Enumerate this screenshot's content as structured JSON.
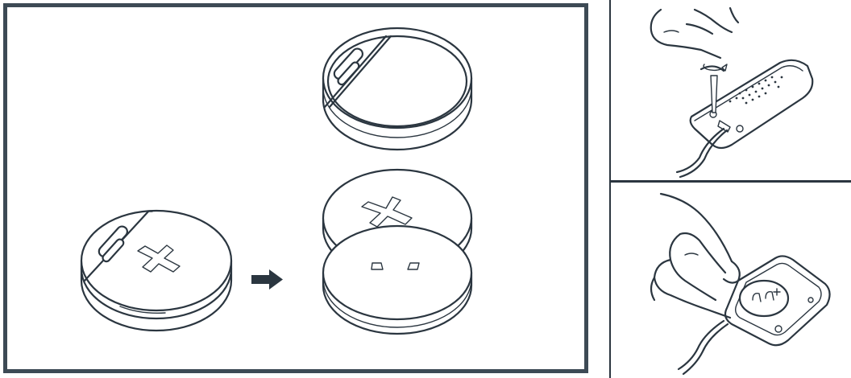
{
  "main_panel": {
    "border_color": "#3d4a55",
    "items": [
      {
        "name": "assembled-coin-battery-cover",
        "icon": "battery-cover-assembled-icon"
      },
      {
        "name": "direction-arrow",
        "icon": "right-arrow-icon"
      },
      {
        "name": "cover-ring",
        "icon": "cover-ring-icon"
      },
      {
        "name": "battery-lid",
        "icon": "battery-lid-icon"
      },
      {
        "name": "base-plate",
        "icon": "base-plate-icon"
      }
    ]
  },
  "step_panels": [
    {
      "name": "unscrew-housing-step",
      "icon": "screwdriver-icon"
    },
    {
      "name": "insert-battery-step",
      "icon": "coin-battery-icon"
    }
  ],
  "colors": {
    "line": "#2b3640",
    "background": "#ffffff"
  }
}
